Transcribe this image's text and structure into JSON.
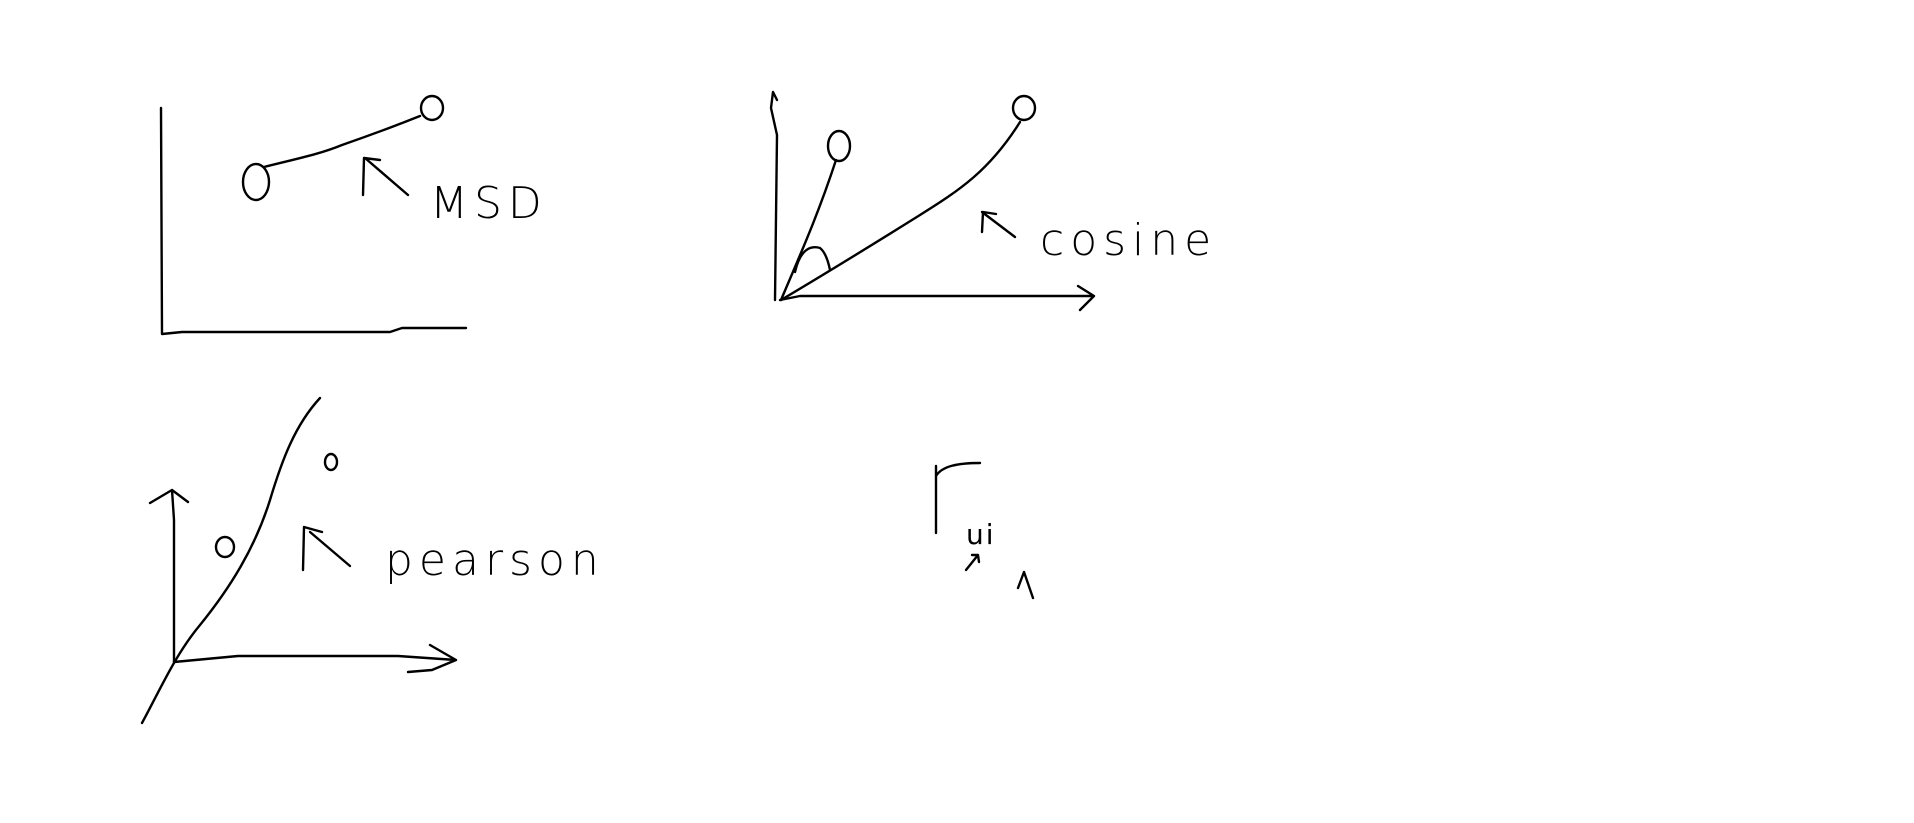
{
  "labels": {
    "msd": "MSD",
    "cosine": "cosine",
    "pearson": "pearson",
    "r_sub": "ui"
  },
  "colors": {
    "ink": "#000000",
    "background": "#ffffff"
  }
}
